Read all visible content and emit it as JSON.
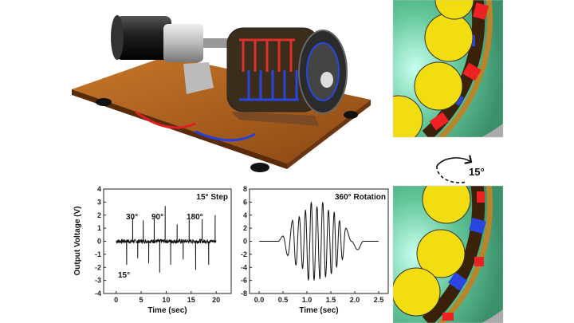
{
  "figure": {
    "rotation_label": "15°"
  },
  "colors": {
    "board": "#b5651d",
    "coil_red": "#e0302a",
    "coil_blue": "#2a46e0",
    "rotor_yellow": "#f2dd10",
    "stator_green": "#5fcf9a",
    "ring_gold": "#b8862a"
  },
  "chart_data": [
    {
      "type": "line",
      "title": "15° Step",
      "xlabel": "Time (sec)",
      "ylabel": "Output Voltage (V)",
      "xlim": [
        -2.5,
        23
      ],
      "ylim": [
        -4,
        4
      ],
      "xticks": [
        0,
        5,
        10,
        15,
        20
      ],
      "yticks": [
        -4,
        -3,
        -2,
        -1,
        0,
        1,
        2,
        3,
        4
      ],
      "annotations": [
        "15°",
        "30°",
        "90°",
        "180°"
      ],
      "series": [
        {
          "name": "15° step",
          "spikes": [
            {
              "t": 2.1,
              "v": -1.8
            },
            {
              "t": 3.3,
              "v": 1.8
            },
            {
              "t": 4.3,
              "v": -1.3
            },
            {
              "t": 5.4,
              "v": 1.6
            },
            {
              "t": 6.5,
              "v": -1.7
            },
            {
              "t": 7.6,
              "v": 1.7
            },
            {
              "t": 8.7,
              "v": -2.4
            },
            {
              "t": 9.8,
              "v": 2.7
            },
            {
              "t": 10.9,
              "v": -1.8
            },
            {
              "t": 12.2,
              "v": 1.3
            },
            {
              "t": 13.4,
              "v": -1.4
            },
            {
              "t": 14.6,
              "v": 1.8
            },
            {
              "t": 15.9,
              "v": -2.2
            },
            {
              "t": 17.2,
              "v": 1.7
            },
            {
              "t": 18.5,
              "v": -1.8
            },
            {
              "t": 19.8,
              "v": 2.0
            }
          ],
          "t_range": [
            0,
            20
          ]
        }
      ]
    },
    {
      "type": "line",
      "title": "360° Rotation",
      "xlabel": "Time (sec)",
      "ylabel": "",
      "xlim": [
        -0.2,
        2.7
      ],
      "ylim": [
        -8,
        8
      ],
      "xticks": [
        0.0,
        0.5,
        1.0,
        1.5,
        2.0,
        2.5
      ],
      "xtick_labels": [
        "0.0",
        "0.5",
        "1.0",
        "1.5",
        "2.0",
        "2.5"
      ],
      "yticks": [
        -8,
        -6,
        -4,
        -2,
        0,
        2,
        4,
        6,
        8
      ],
      "series": [
        {
          "name": "360° rotation",
          "points": [
            [
              0.0,
              0
            ],
            [
              0.4,
              0
            ],
            [
              0.5,
              0.8
            ],
            [
              0.6,
              -2.2
            ],
            [
              0.7,
              3.2
            ],
            [
              0.77,
              -3.7
            ],
            [
              0.84,
              3.8
            ],
            [
              0.91,
              -4.2
            ],
            [
              0.97,
              4.8
            ],
            [
              1.03,
              -6.0
            ],
            [
              1.09,
              6.0
            ],
            [
              1.15,
              -6.0
            ],
            [
              1.21,
              5.3
            ],
            [
              1.27,
              -5.8
            ],
            [
              1.33,
              6.0
            ],
            [
              1.39,
              -5.5
            ],
            [
              1.45,
              4.8
            ],
            [
              1.51,
              -5.0
            ],
            [
              1.57,
              4.5
            ],
            [
              1.62,
              -4.0
            ],
            [
              1.68,
              3.2
            ],
            [
              1.74,
              -2.8
            ],
            [
              1.81,
              2.0
            ],
            [
              1.93,
              0
            ],
            [
              2.06,
              -1.3
            ],
            [
              2.18,
              0
            ],
            [
              2.5,
              0
            ]
          ]
        }
      ]
    }
  ]
}
